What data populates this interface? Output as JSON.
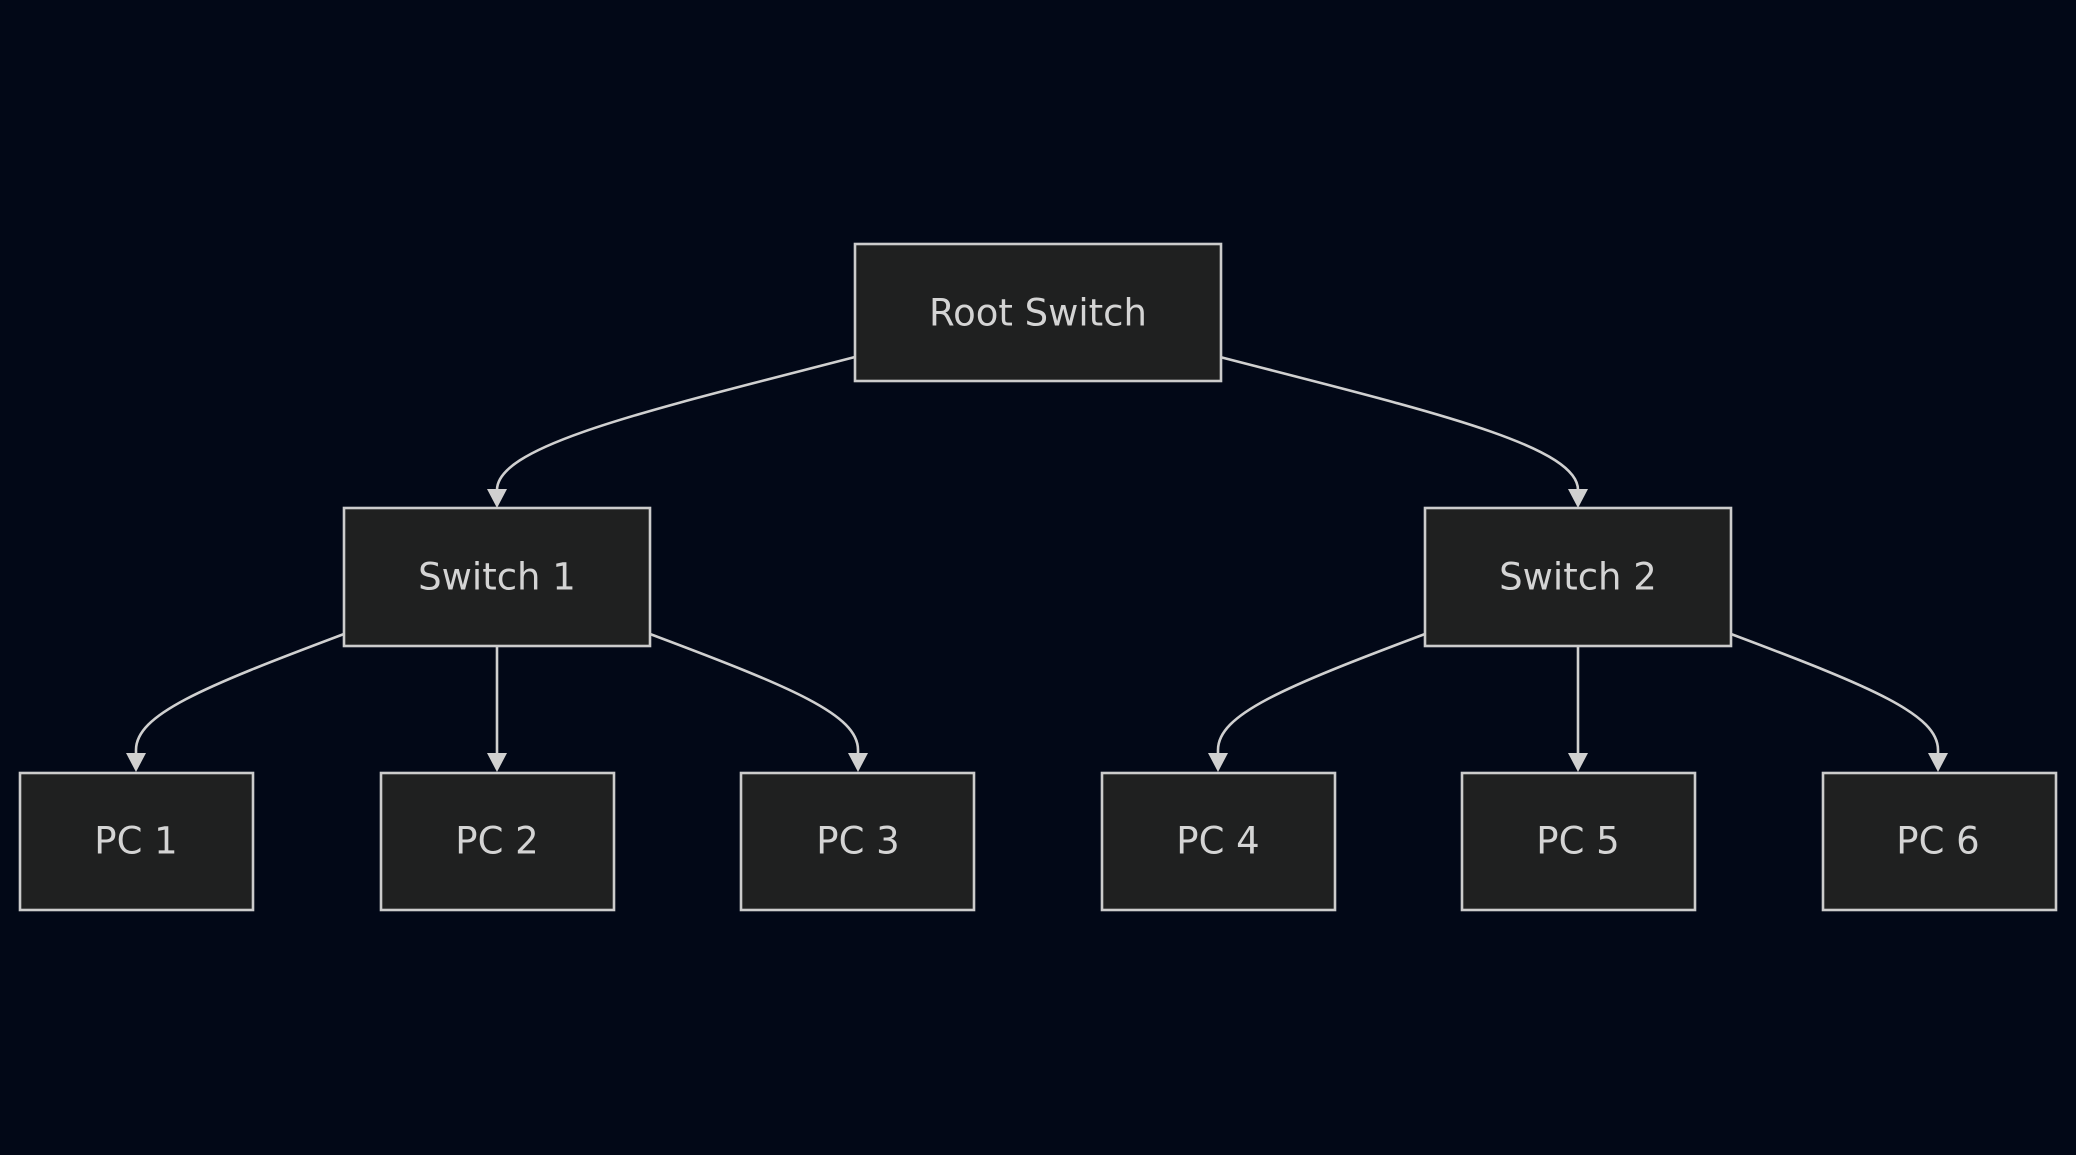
{
  "diagram": {
    "colors": {
      "background": "#020817",
      "node_fill": "#1f2020",
      "node_stroke": "#cccccc",
      "edge": "#d0d0d0",
      "label": "#d4d4d4"
    },
    "nodes": {
      "root": {
        "label": "Root Switch"
      },
      "sw1": {
        "label": "Switch 1"
      },
      "sw2": {
        "label": "Switch 2"
      },
      "pc1": {
        "label": "PC 1"
      },
      "pc2": {
        "label": "PC 2"
      },
      "pc3": {
        "label": "PC 3"
      },
      "pc4": {
        "label": "PC 4"
      },
      "pc5": {
        "label": "PC 5"
      },
      "pc6": {
        "label": "PC 6"
      }
    },
    "edges": [
      {
        "from": "root",
        "to": "sw1"
      },
      {
        "from": "root",
        "to": "sw2"
      },
      {
        "from": "sw1",
        "to": "pc1"
      },
      {
        "from": "sw1",
        "to": "pc2"
      },
      {
        "from": "sw1",
        "to": "pc3"
      },
      {
        "from": "sw2",
        "to": "pc4"
      },
      {
        "from": "sw2",
        "to": "pc5"
      },
      {
        "from": "sw2",
        "to": "pc6"
      }
    ]
  }
}
